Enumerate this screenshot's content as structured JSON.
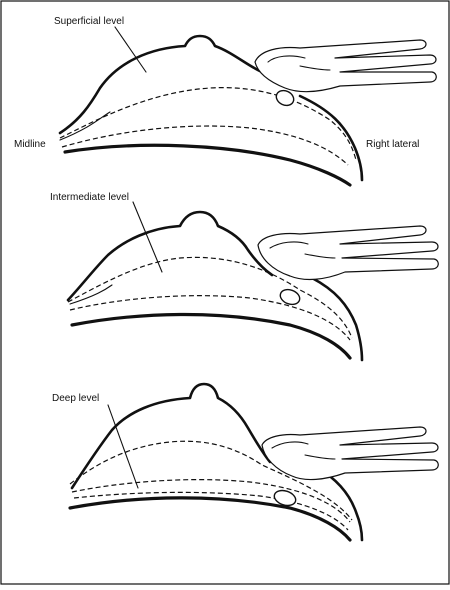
{
  "labels": {
    "superficial": "Superficial level",
    "midline": "Midline",
    "right_lateral": "Right lateral",
    "intermediate": "Intermediate level",
    "deep": "Deep level"
  },
  "panels": [
    {
      "name": "superficial",
      "pointer_target": "skin surface"
    },
    {
      "name": "intermediate",
      "pointer_target": "intermediate dashed layer"
    },
    {
      "name": "deep",
      "pointer_target": "deep dashed layer"
    }
  ]
}
